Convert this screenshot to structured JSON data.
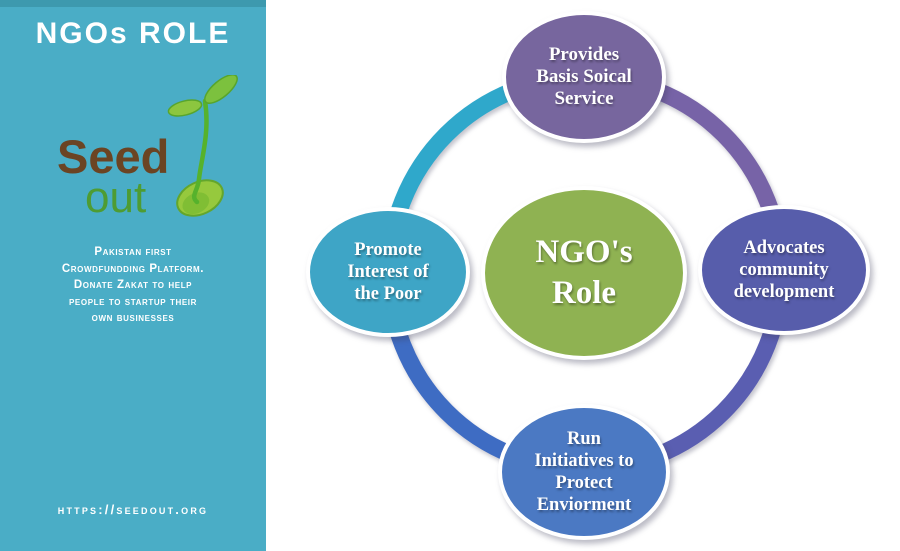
{
  "sidebar": {
    "title": "NGOs ROLE",
    "background_color": "#4aadc6",
    "top_band_color": "#3d99ae",
    "logo": {
      "seed_text": "Seed",
      "out_text": "out",
      "seed_color": "#6b4423",
      "out_color": "#4e9c33",
      "sprout_icon": "seedling-sprout-with-bean-seed"
    },
    "tagline": "Pakistan first\nCrowdfundding Platform.\nDonate Zakat to help\npeople to startup their\nown businesses",
    "url": "https://seedout.org"
  },
  "diagram": {
    "center": {
      "label": "NGO's\nRole",
      "color": "#8fb252"
    },
    "nodes": [
      {
        "position": "top",
        "label": "Provides\nBasis Soical\nService",
        "color": "#77669e"
      },
      {
        "position": "right",
        "label": "Advocates\ncommunity\ndevelopment",
        "color": "#575dab"
      },
      {
        "position": "bottom",
        "label": "Run\nInitiatives to\nProtect\nEnviorment",
        "color": "#4b79c3"
      },
      {
        "position": "left",
        "label": "Promote\nInterest of\nthe Poor",
        "color": "#3ea5c6"
      }
    ],
    "ring": {
      "top_left_color": "#2fa8cb",
      "top_right_color": "#7763a7",
      "bottom_right_color": "#5a5eb1",
      "bottom_left_color": "#3e6cc3"
    }
  }
}
